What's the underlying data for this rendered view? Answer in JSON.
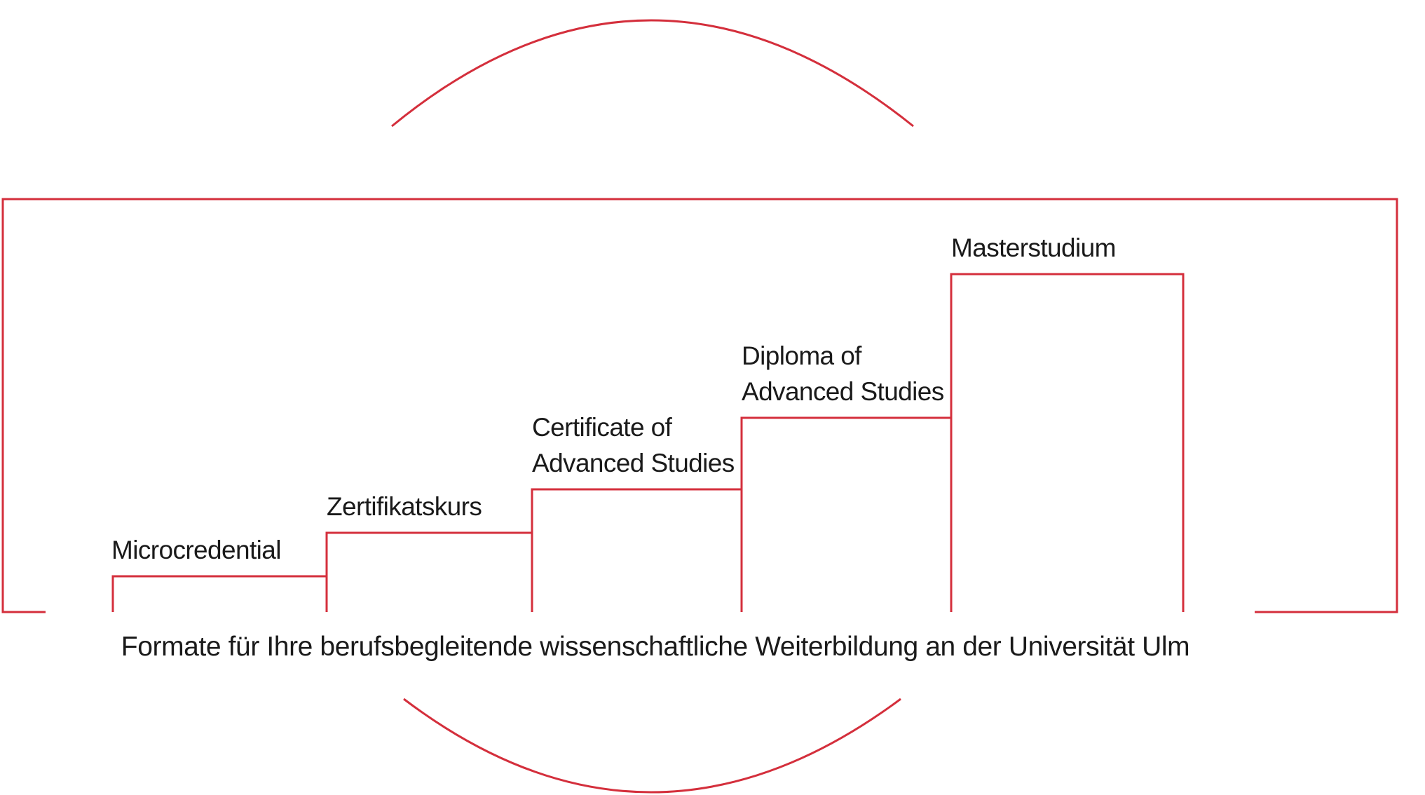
{
  "diagram": {
    "caption": "Formate für Ihre berufsbegleitende wissenschaftliche Weiterbildung an der Universität Ulm",
    "steps": [
      {
        "lines": [
          "Microcredential"
        ]
      },
      {
        "lines": [
          "Zertifikatskurs"
        ]
      },
      {
        "lines": [
          "Certificate of",
          "Advanced Studies"
        ]
      },
      {
        "lines": [
          "Diploma of",
          "Advanced Studies"
        ]
      },
      {
        "lines": [
          "Masterstudium"
        ]
      }
    ],
    "colors": {
      "stroke": "#d42f3c",
      "text": "#1a1a1a"
    }
  }
}
